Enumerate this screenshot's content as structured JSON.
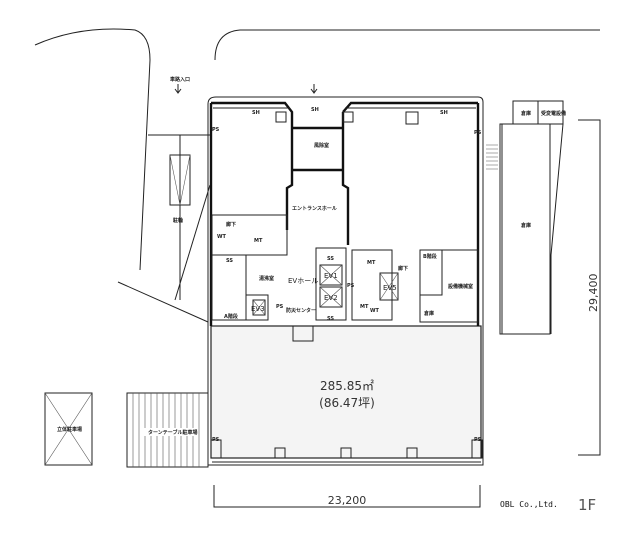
{
  "plan": {
    "floor": "1F",
    "company": "OBL Co.,Ltd.",
    "width_dimension": "23,200",
    "depth_dimension": "29,400",
    "lease_area_m2": "285.85㎡",
    "lease_area_tsubo": "(86.47坪)",
    "fill_color": "#f4f4f4",
    "labels": {
      "windbreak": "風除室",
      "entrance_hall": "エントランスホール",
      "corridor_left": "廊下",
      "corridor_right": "廊下",
      "ev_hall": "EVホール",
      "ev1": "EV1",
      "ev2": "EV2",
      "ev3": "EV3",
      "ev5": "EV5",
      "stair_a": "A階段",
      "stair_b": "B階段",
      "mt_left": "MT",
      "mt_right_top": "MT",
      "mt_right_bottom": "MT",
      "wt_left": "WT",
      "wt_right": "WT",
      "ss_left": "SS",
      "ss_mid_top": "SS",
      "ss_mid_bottom": "SS",
      "ps_1": "PS",
      "ps_2": "PS",
      "ps_3": "PS",
      "ps_4": "PS",
      "ps_mid": "PS",
      "ps_left": "PS",
      "sh_1": "SH",
      "sh_2": "SH",
      "sh_3": "SH",
      "pantry": "湯沸室",
      "disaster_center": "防災センター",
      "equipment_room": "設備機械室",
      "storage_small": "倉庫",
      "annex_small_1": "倉庫",
      "annex_small_2": "受変電設備",
      "annex_main": "倉庫",
      "road_entry": "車路入口",
      "bicycle": "駐輪",
      "parking_tower": "立体駐車場",
      "turntable": "ターンテーブル駐車場"
    }
  }
}
